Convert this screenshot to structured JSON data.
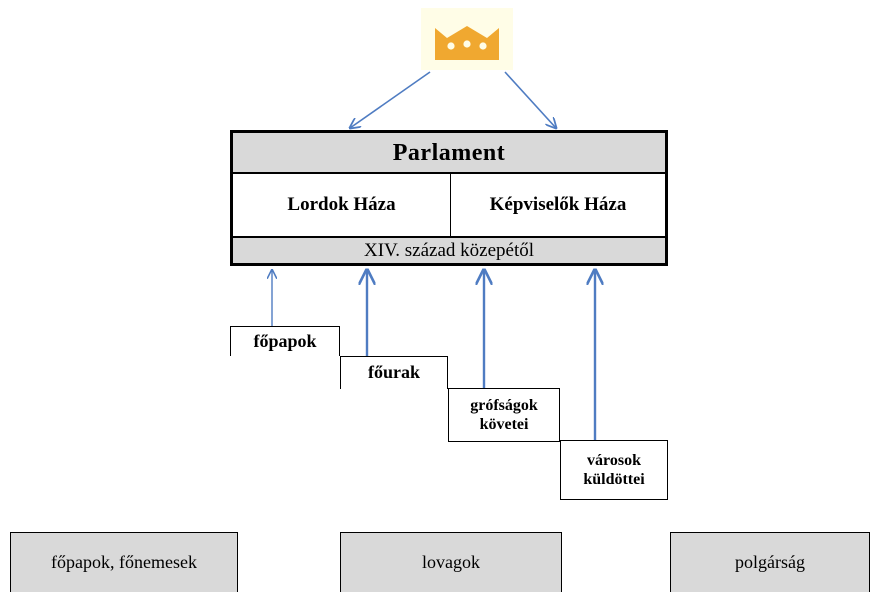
{
  "crown": {
    "icon": "crown-icon",
    "color": "#f0a830"
  },
  "parliament": {
    "title": "Parlament",
    "houses": [
      "Lordok Háza",
      "Képviselők Háza"
    ],
    "period": "XIV. század közepétől"
  },
  "groups": [
    {
      "lines": [
        "főpapok"
      ]
    },
    {
      "lines": [
        "főurak"
      ]
    },
    {
      "lines": [
        "grófságok",
        "követei"
      ]
    },
    {
      "lines": [
        "városok",
        "küldöttei"
      ]
    }
  ],
  "classes": [
    "főpapok, főnemesek",
    "lovagok",
    "polgárság"
  ],
  "colors": {
    "arrow": "#4f7cc2",
    "box_fill": "#d9d9d9",
    "crown_bg": "#fffde7"
  }
}
